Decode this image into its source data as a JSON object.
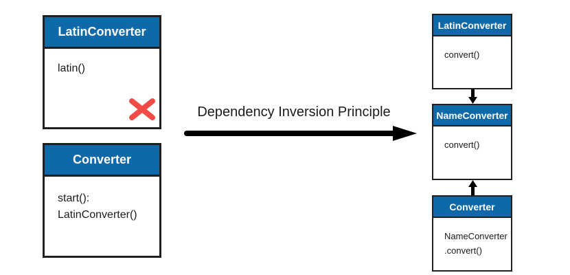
{
  "diagram": {
    "arrow_label": "Dependency Inversion Principle",
    "before": {
      "boxes": [
        {
          "title": "LatinConverter",
          "lines": [
            "latin()"
          ],
          "has_error_cross": true
        },
        {
          "title": "Converter",
          "lines": [
            "start():",
            "LatinConverter()"
          ],
          "has_error_cross": false
        }
      ]
    },
    "after": {
      "boxes": [
        {
          "title": "LatinConverter",
          "lines": [
            "convert()"
          ]
        },
        {
          "title": "NameConverter",
          "lines": [
            "convert()"
          ]
        },
        {
          "title": "Converter",
          "lines": [
            "NameConverter",
            ".convert()"
          ]
        }
      ]
    },
    "icons": {
      "cross": "red-x-icon",
      "main_arrow": "right-arrow-icon",
      "down_arrow": "down-arrow-icon",
      "up_arrow": "up-arrow-icon"
    },
    "colors": {
      "header_blue": "#0F69A9",
      "header_text": "#FFFFFF",
      "box_border": "#1F1F1F",
      "body_text": "#1A1A1A",
      "arrow_black": "#000000",
      "cross_red": "#F04B46",
      "background": "#FFFFFF"
    }
  }
}
